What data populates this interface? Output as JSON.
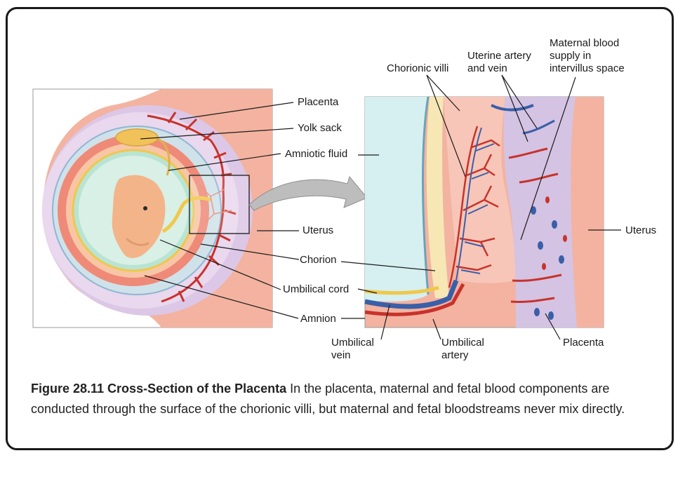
{
  "labels": {
    "placenta_left": "Placenta",
    "yolk_sack": "Yolk sack",
    "amniotic_fluid": "Amniotic fluid",
    "uterus_left": "Uterus",
    "chorion": "Chorion",
    "umbilical_cord": "Umbilical cord",
    "amnion": "Amnion",
    "chorionic_villi": "Chorionic villi",
    "uterine_artery_line1": "Uterine artery",
    "uterine_artery_line2": "and vein",
    "maternal_blood_line1": "Maternal blood",
    "maternal_blood_line2": "supply in",
    "maternal_blood_line3": "intervillus space",
    "uterus_right": "Uterus",
    "umbilical_vein_line1": "Umbilical",
    "umbilical_vein_line2": "vein",
    "umbilical_artery_line1": "Umbilical",
    "umbilical_artery_line2": "artery",
    "placenta_right": "Placenta"
  },
  "caption": {
    "title": "Figure 28.11 Cross-Section of the Placenta",
    "text": " In the placenta, maternal and fetal blood components are conducted through the surface of the chorionic villi, but maternal and fetal bloodstreams never mix directly."
  },
  "colors": {
    "uterus": "#f3b3a0",
    "placenta": "#d9c6e3",
    "amniotic": "#cfe8e0",
    "vessel_red": "#c8322b",
    "vessel_blue": "#3a5fa8",
    "yolk": "#f2c25a"
  }
}
